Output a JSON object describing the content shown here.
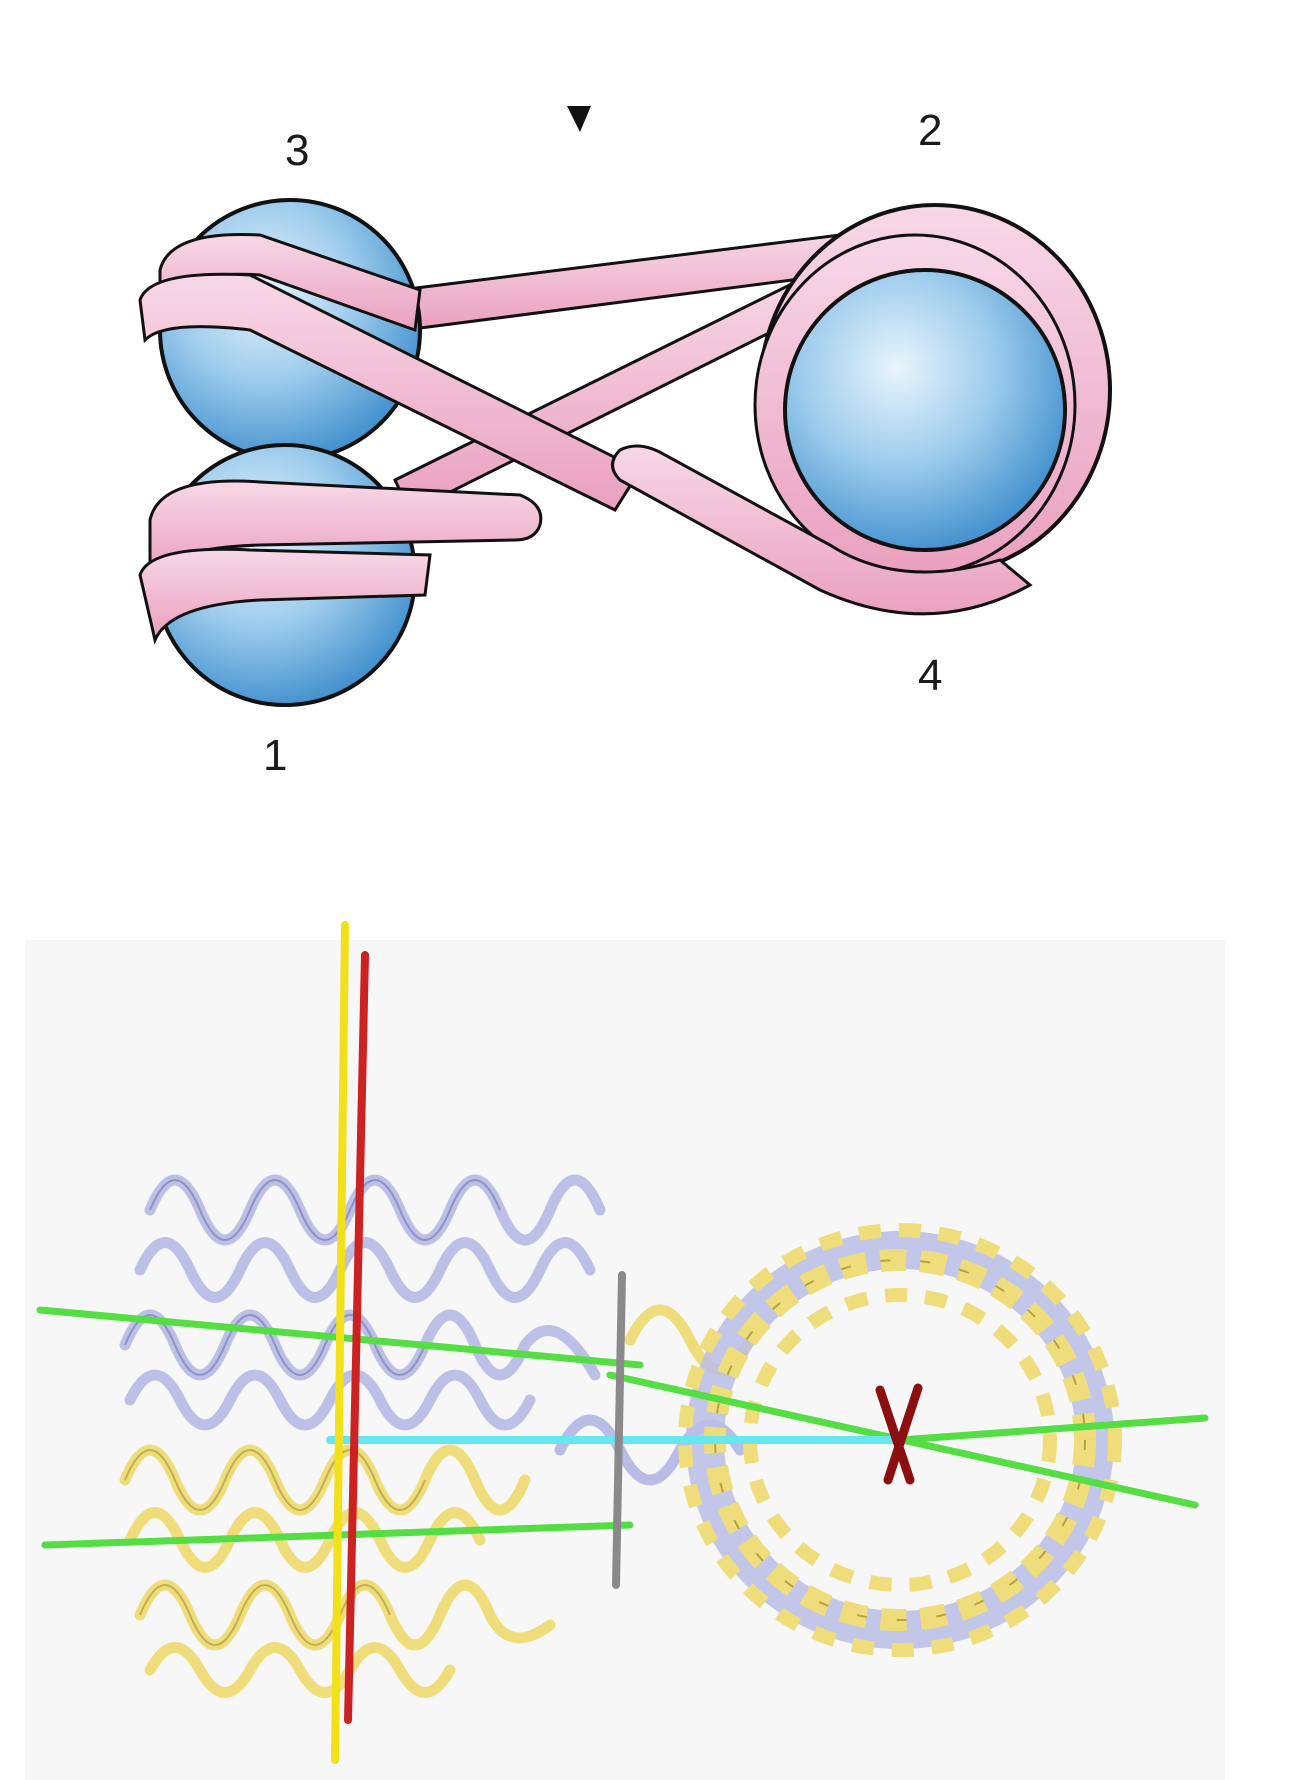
{
  "nucleosome_labels": {
    "n1": "1",
    "n2": "2",
    "n3": "3",
    "n4": "4"
  },
  "colors": {
    "histone_core": "#5aa3d6",
    "dna_ribbon": "#f2b8cf",
    "outline": "#111111",
    "dna_tube_lavender": "#b9bde6",
    "dna_tube_yellow": "#eedd7a",
    "axis_green": "#55dd44",
    "axis_red": "#cc2222",
    "axis_yellow": "#f2e11a",
    "axis_cyan": "#66e6ee",
    "axis_gray": "#8a8a8a",
    "axis_darkred": "#8b0f0f"
  }
}
